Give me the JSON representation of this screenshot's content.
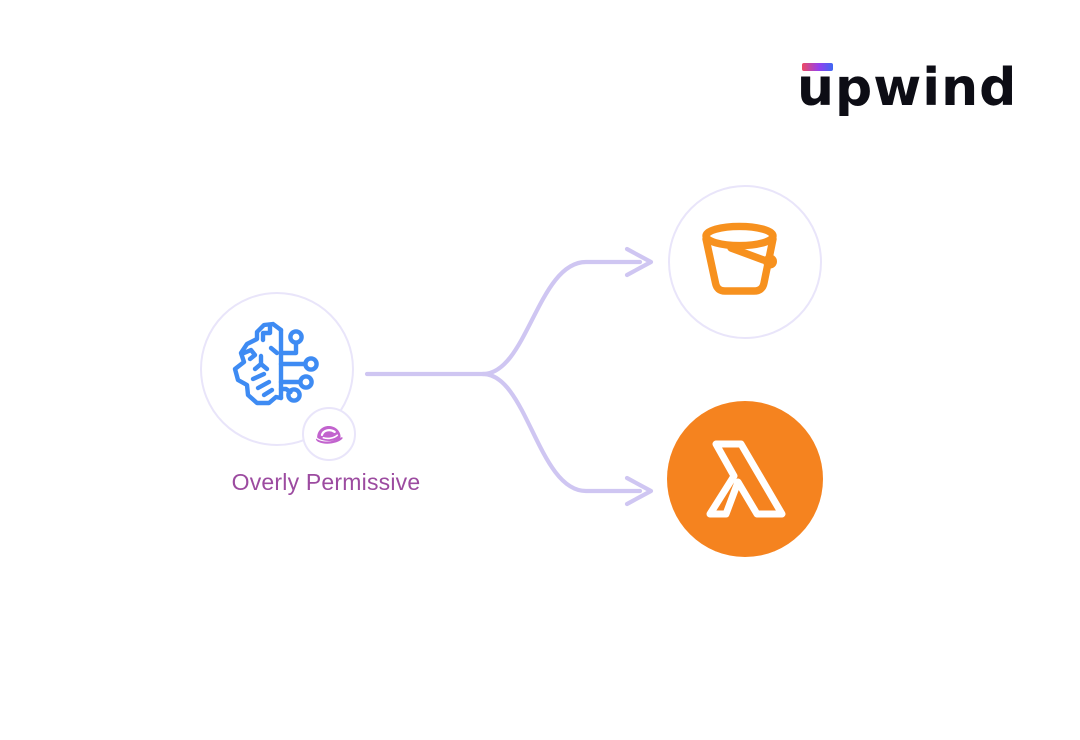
{
  "brand": {
    "name": "upwind",
    "wordmark_color": "#0D0D15",
    "accent_gradient": {
      "from": "#EE4A62",
      "mid": "#9440EE",
      "to": "#3E68F2"
    }
  },
  "colors": {
    "connector": "#CFC6F2",
    "node_border": "#E9E5FA",
    "node_fill": "#FFFFFF",
    "brain_blue": "#3E8BF3",
    "s3_orange": "#F7911E",
    "lambda_orange": "#F5831F",
    "lambda_glyph": "#FFFFFF",
    "cap_purple": "#C263CE",
    "label_purple": "#9C4BA0"
  },
  "diagram": {
    "source_node": {
      "label": "Overly Permissive",
      "icon": "ai-brain-icon",
      "badge_icon": "cap-icon"
    },
    "target_nodes": [
      {
        "icon": "s3-bucket-icon",
        "style": "outline"
      },
      {
        "icon": "lambda-icon",
        "style": "solid"
      }
    ]
  }
}
